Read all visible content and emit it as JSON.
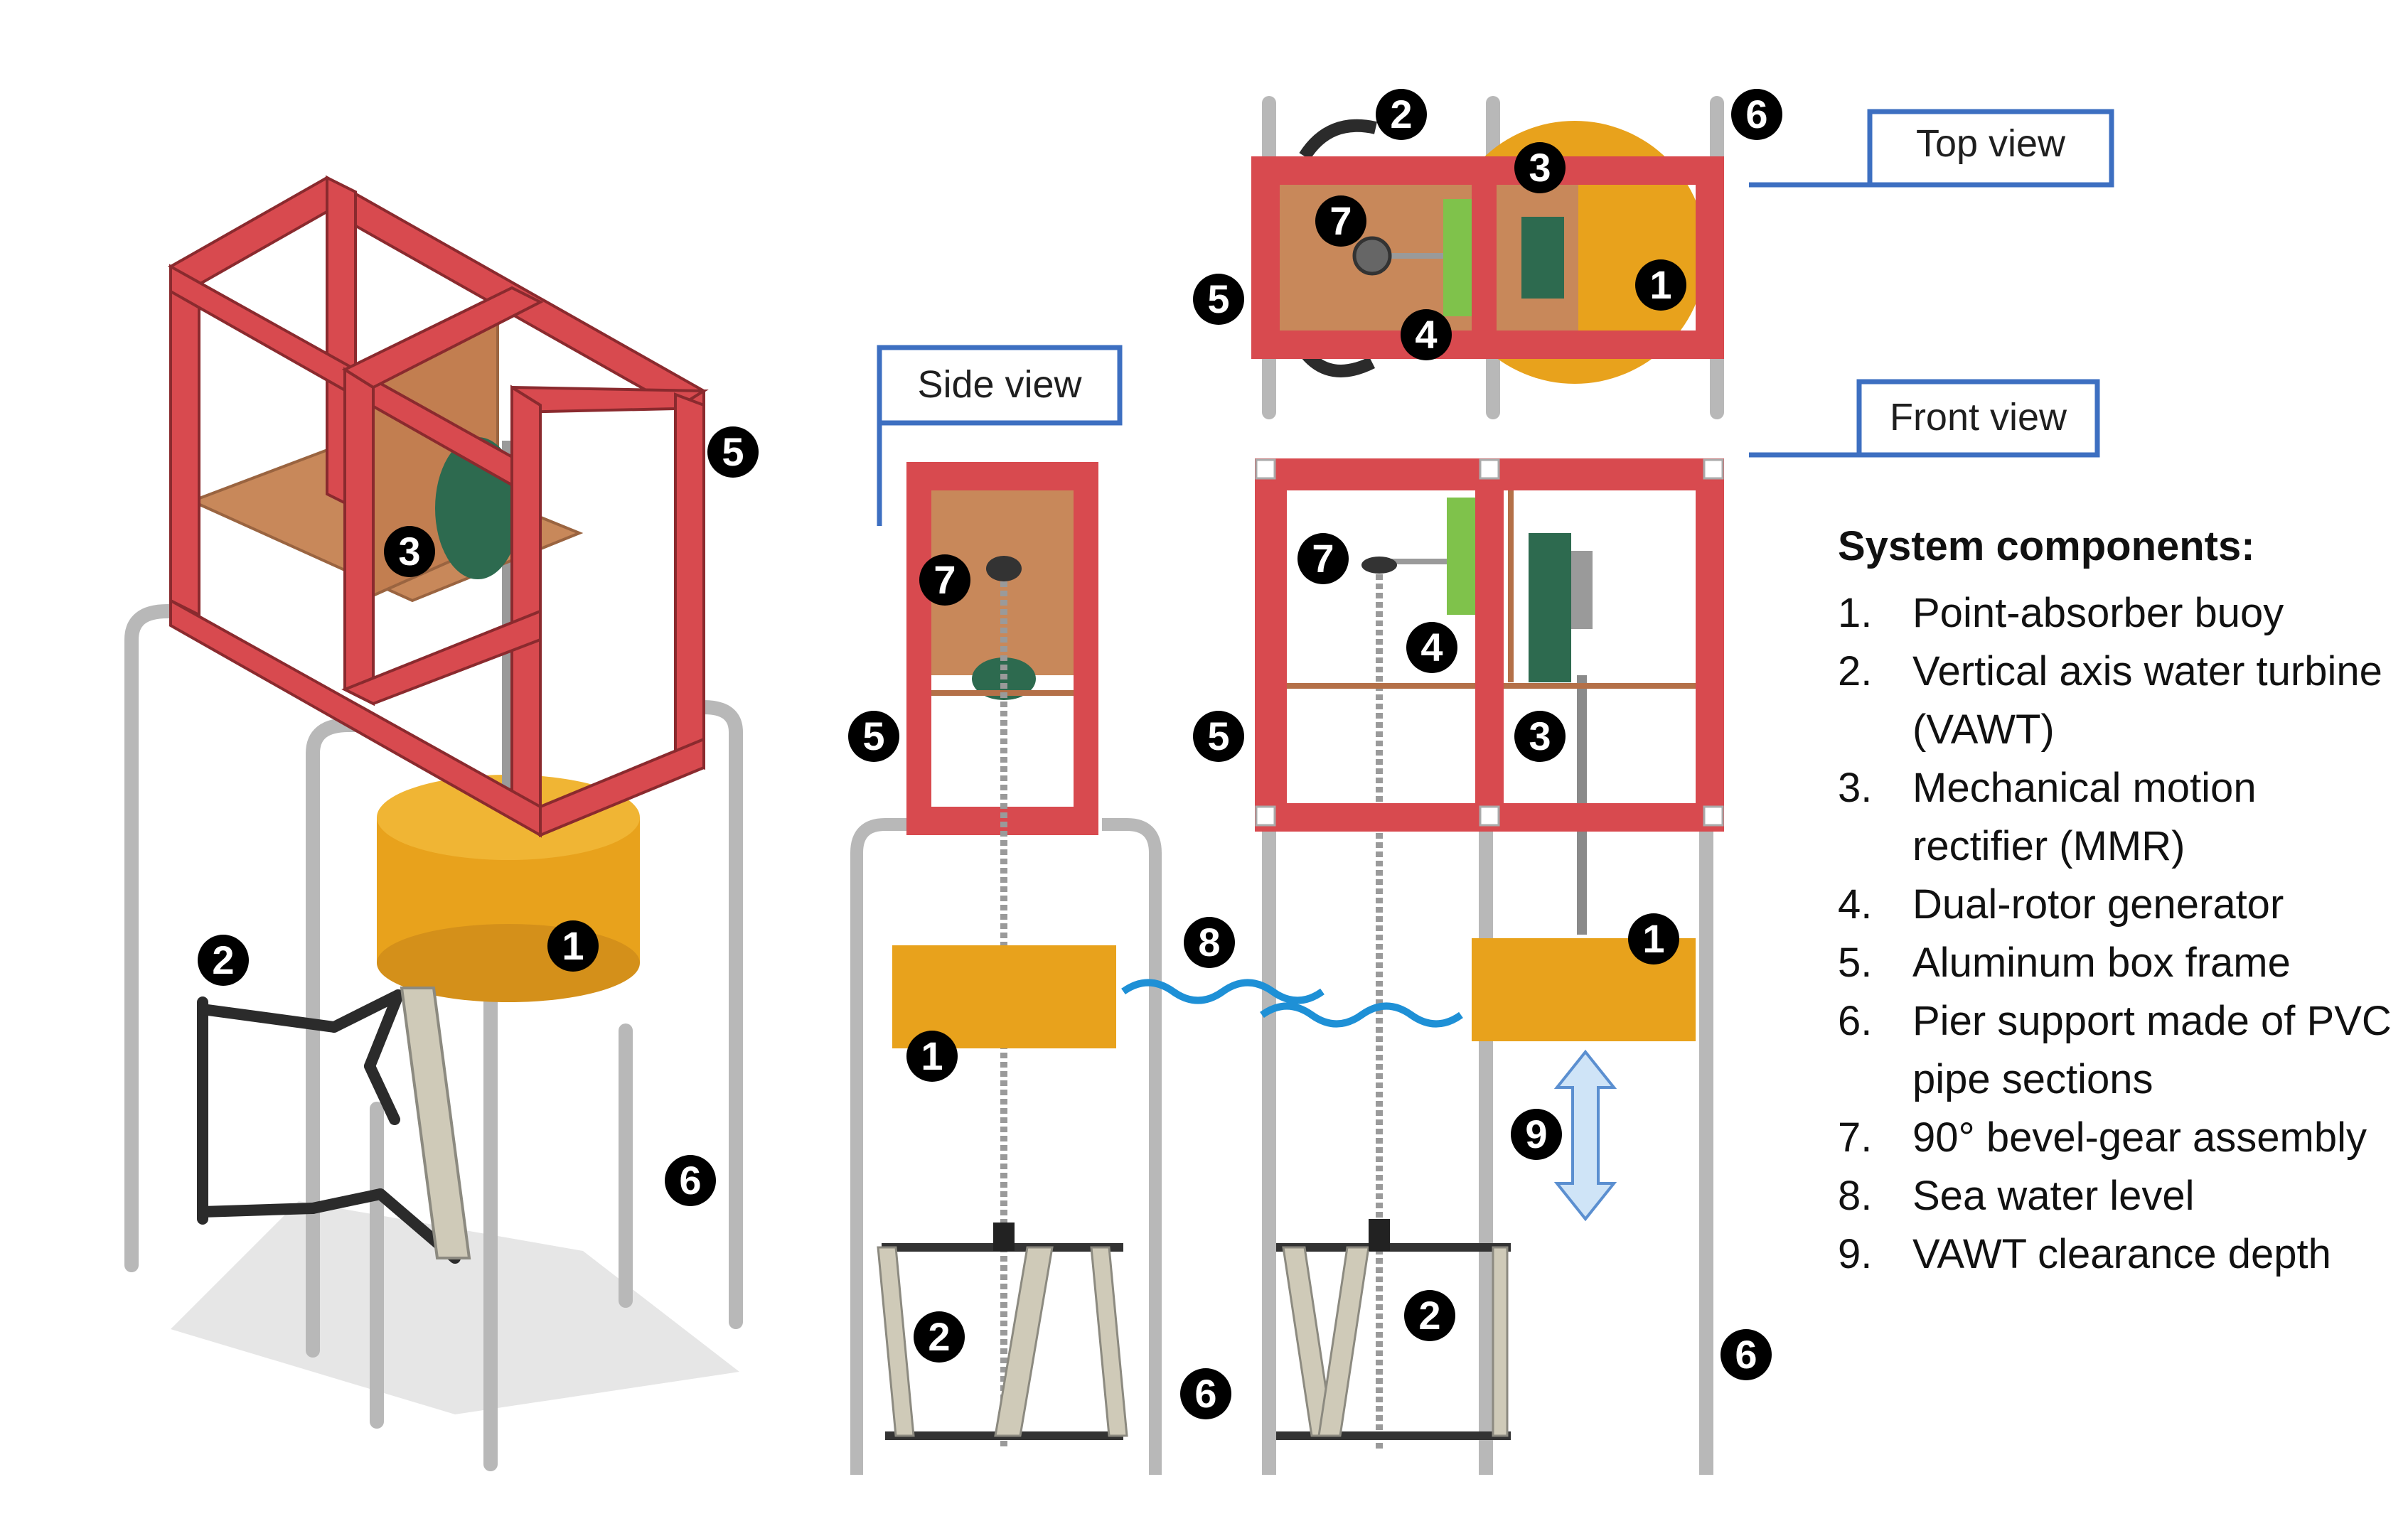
{
  "views": {
    "top": "Top view",
    "side": "Side view",
    "front": "Front view"
  },
  "legend": {
    "title": "System components:",
    "items": [
      {
        "num": "1.",
        "text": "Point-absorber buoy"
      },
      {
        "num": "2.",
        "text": "Vertical axis water turbine (VAWT)"
      },
      {
        "num": "3.",
        "text": "Mechanical motion rectifier (MMR)"
      },
      {
        "num": "4.",
        "text": "Dual-rotor generator"
      },
      {
        "num": "5.",
        "text": "Aluminum box frame"
      },
      {
        "num": "6.",
        "text": "Pier support made of PVC pipe sections"
      },
      {
        "num": "7.",
        "text": "90° bevel-gear assembly"
      },
      {
        "num": "8.",
        "text": "Sea water level"
      },
      {
        "num": "9.",
        "text": "VAWT clearance depth"
      }
    ]
  },
  "callouts": {
    "iso": [
      "5",
      "3",
      "1",
      "2",
      "6"
    ],
    "side": [
      "7",
      "5",
      "1",
      "2",
      "6"
    ],
    "top": [
      "2",
      "6",
      "3",
      "7",
      "1",
      "5",
      "4"
    ],
    "front": [
      "7",
      "4",
      "5",
      "3",
      "1",
      "9",
      "2",
      "6"
    ],
    "water": "8"
  },
  "colors": {
    "frame_red": "#d84a4f",
    "buoy_orange": "#e8a21c",
    "wood": "#c8885a",
    "generator_green": "#7fc24b",
    "mmr_green": "#2d6a4f",
    "pipe_gray": "#bdbdbd",
    "label_border_blue": "#3d6fc1",
    "water_blue": "#1e90d6",
    "arrow_blue": "#cfe4f7"
  }
}
